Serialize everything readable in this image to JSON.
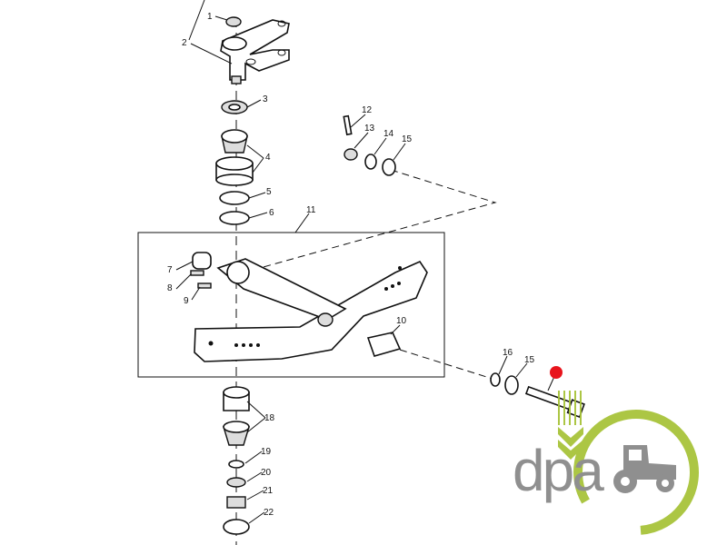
{
  "diagram": {
    "callouts": {
      "c1": "1",
      "c2": "2",
      "c3": "3",
      "c4": "4",
      "c5": "5",
      "c6": "6",
      "c7": "7",
      "c8": "8",
      "c9": "9",
      "c10": "10",
      "c11": "11",
      "c12": "12",
      "c13": "13",
      "c14": "14",
      "c15a": "15",
      "c15b": "15",
      "c16": "16",
      "c18": "18",
      "c19": "19",
      "c20": "20",
      "c21": "21",
      "c22": "22"
    },
    "highlight_color": "#e8141c"
  },
  "logo": {
    "text": "dpa",
    "text_color": "#8a8a8a",
    "accent_color": "#a8c43a"
  }
}
